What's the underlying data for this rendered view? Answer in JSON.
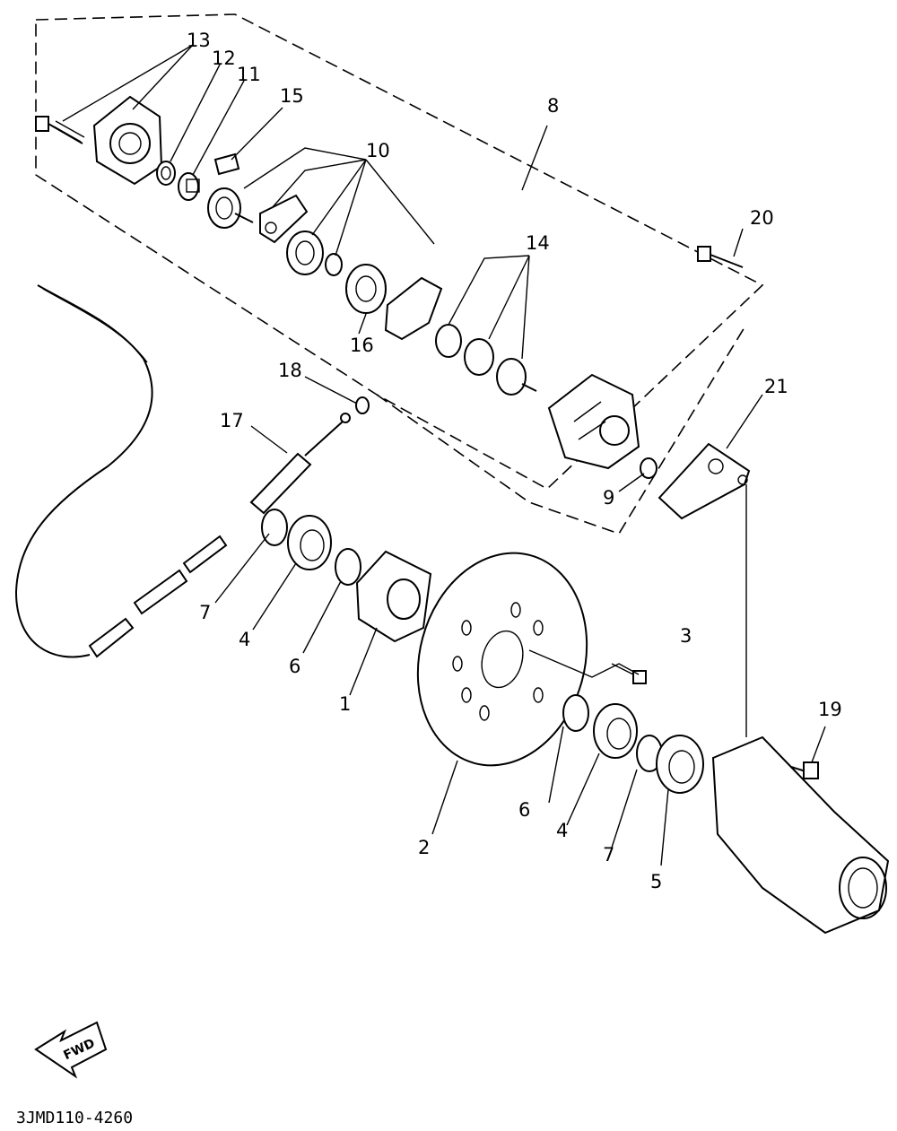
{
  "diagram": {
    "code": "3JMD110-4260",
    "fwd": "FWD",
    "callouts": [
      "1",
      "2",
      "3",
      "4",
      "4",
      "5",
      "6",
      "6",
      "7",
      "7",
      "8",
      "9",
      "10",
      "11",
      "12",
      "13",
      "14",
      "15",
      "16",
      "17",
      "18",
      "19",
      "20",
      "21"
    ]
  }
}
